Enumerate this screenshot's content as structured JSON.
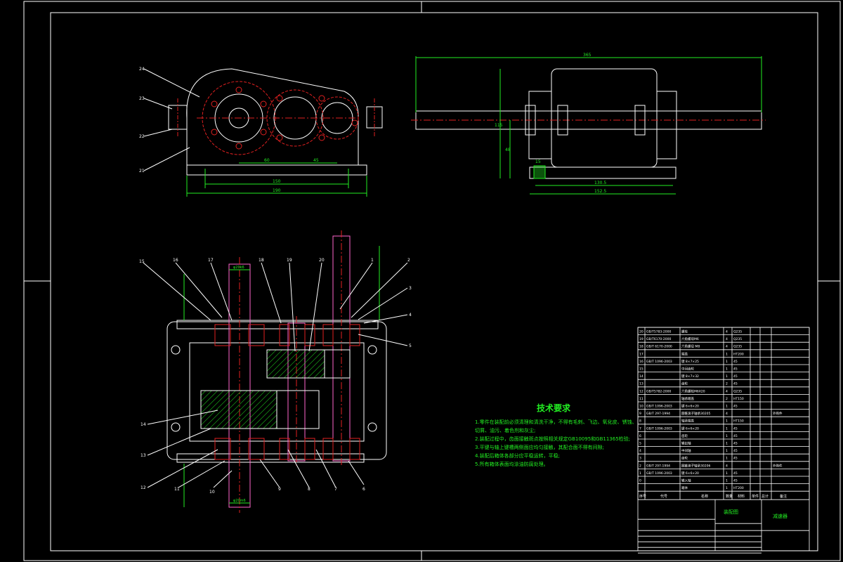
{
  "drawing": {
    "colors": {
      "bg": "#000000",
      "frame": "#ffffff",
      "outline": "#ffffff",
      "centerline": "#e02020",
      "dimension": "#22ee22",
      "hatch": "#22ee22",
      "leader": "#ffffff",
      "shaft": "#ff66cc"
    },
    "top_view": {
      "labels": [
        "24",
        "23",
        "22",
        "21"
      ],
      "dims": [
        "60",
        "45",
        "150",
        "190"
      ]
    },
    "side_view": {
      "dims": [
        "365",
        "115",
        "48",
        "15",
        "130.5",
        "152.5"
      ]
    },
    "section_view": {
      "labels_left": [
        "15",
        "16",
        "17",
        "18",
        "19",
        "20"
      ],
      "labels_right": [
        "1",
        "2",
        "3",
        "4",
        "5",
        "6"
      ],
      "labels_bottom": [
        "14",
        "13",
        "12",
        "11",
        "10",
        "9",
        "8",
        "7"
      ],
      "fits": [
        "φ20k6",
        "φ20m6"
      ]
    }
  },
  "tech_requirements": {
    "title": "技术要求",
    "lines": [
      "1.零件在装配前必须清理和清洗干净，不得有毛刺、飞边、氧化皮、锈蚀、",
      "切屑、油污、着色剂和灰尘;",
      "2.装配过程中，齿面接触斑点按照相关规定GB10095和GB11365检验;",
      "3.平键与轴上键槽两侧面应均匀接触，其配合面不得有间隙;",
      "4.装配后箱体各部分应平稳运转，平稳;",
      "5.所有箱体表面均涂油防腐处理。"
    ]
  },
  "title_block": {
    "rows": [
      {
        "no": "20",
        "code": "GB/T5783-2000",
        "name": "螺栓",
        "qty": "4",
        "mat": "Q235"
      },
      {
        "no": "19",
        "code": "GB/T6170-2000",
        "name": "六角螺母M6",
        "qty": "4",
        "mat": "Q235"
      },
      {
        "no": "18",
        "code": "GB/T 6170-2000",
        "name": "六角螺母 M8",
        "qty": "4",
        "mat": "Q235"
      },
      {
        "no": "17",
        "code": "",
        "name": "端盖",
        "qty": "1",
        "mat": "HT200"
      },
      {
        "no": "16",
        "code": "GB/T 1096-2003",
        "name": "键 8×7×25",
        "qty": "1",
        "mat": "45"
      },
      {
        "no": "15",
        "code": "",
        "name": "中间齿轮",
        "qty": "1",
        "mat": "45"
      },
      {
        "no": "14",
        "code": "",
        "name": "键 8×7×32",
        "qty": "1",
        "mat": "45"
      },
      {
        "no": "13",
        "code": "",
        "name": "齿轮",
        "qty": "2",
        "mat": "45"
      },
      {
        "no": "12",
        "code": "GB/T5782-2000",
        "name": "六角螺栓M6X20",
        "qty": "4",
        "mat": "Q235"
      },
      {
        "no": "11",
        "code": "",
        "name": "轴承端盖",
        "qty": "2",
        "mat": "HT150"
      },
      {
        "no": "10",
        "code": "GB/T 1096-2003",
        "name": "键 6×6×20",
        "qty": "1",
        "mat": "45"
      },
      {
        "no": "9",
        "code": "GB/T 297-1994",
        "name": "圆锥滚子轴承30205",
        "qty": "4",
        "mat": "",
        "remark": "外购件"
      },
      {
        "no": "8",
        "code": "",
        "name": "轴承端盖",
        "qty": "1",
        "mat": "HT150"
      },
      {
        "no": "7",
        "code": "GB/T 1096-2003",
        "name": "键 6×6×20",
        "qty": "1",
        "mat": "45"
      },
      {
        "no": "6",
        "code": "",
        "name": "齿轮",
        "qty": "1",
        "mat": "45"
      },
      {
        "no": "5",
        "code": "",
        "name": "输出轴",
        "qty": "1",
        "mat": "45"
      },
      {
        "no": "4",
        "code": "",
        "name": "中间轴",
        "qty": "1",
        "mat": "45"
      },
      {
        "no": "3",
        "code": "",
        "name": "齿轮",
        "qty": "1",
        "mat": "45"
      },
      {
        "no": "2",
        "code": "GB/T 297-1994",
        "name": "圆锥滚子轴承30206",
        "qty": "4",
        "mat": "",
        "remark": "外购件"
      },
      {
        "no": "1",
        "code": "GB/T 1096-2003",
        "name": "键 6×6×20",
        "qty": "1",
        "mat": "45"
      },
      {
        "no": "0",
        "code": "",
        "name": "输入轴",
        "qty": "1",
        "mat": "45"
      },
      {
        "no": "",
        "code": "",
        "name": "箱体",
        "qty": "1",
        "mat": "HT200"
      }
    ],
    "header": [
      "序号",
      "代号",
      "名称",
      "数量",
      "材料",
      "单件",
      "总计",
      "备注"
    ],
    "company": "装配图",
    "drawing_name": "减速器"
  }
}
